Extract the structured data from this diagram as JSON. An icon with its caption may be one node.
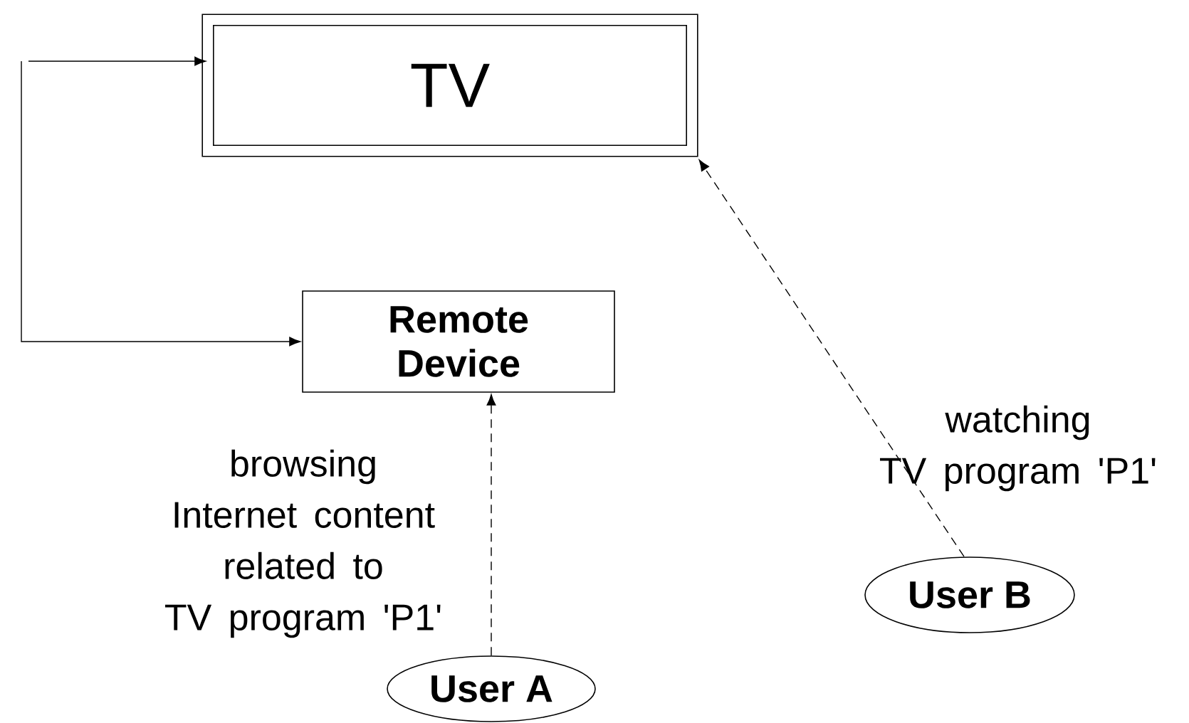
{
  "diagram": {
    "nodes": [
      {
        "text": [
          "TV"
        ]
      },
      {
        "text": [
          "Remote Device"
        ]
      },
      {
        "text": [
          "User A"
        ]
      },
      {
        "text": [
          "User B"
        ]
      }
    ],
    "edges": [
      {
        "from": null,
        "to": 0,
        "arrow": "to"
      },
      {
        "from": null,
        "to": 1,
        "arrow": "to"
      },
      {
        "from": 2,
        "to": 1,
        "arrow": "to",
        "style": "dashed",
        "label": "browsing Internet content related to TV program 'P1'"
      },
      {
        "from": 3,
        "to": 0,
        "arrow": "to",
        "style": "dashed",
        "label": "watching TV program 'P1'"
      }
    ]
  }
}
